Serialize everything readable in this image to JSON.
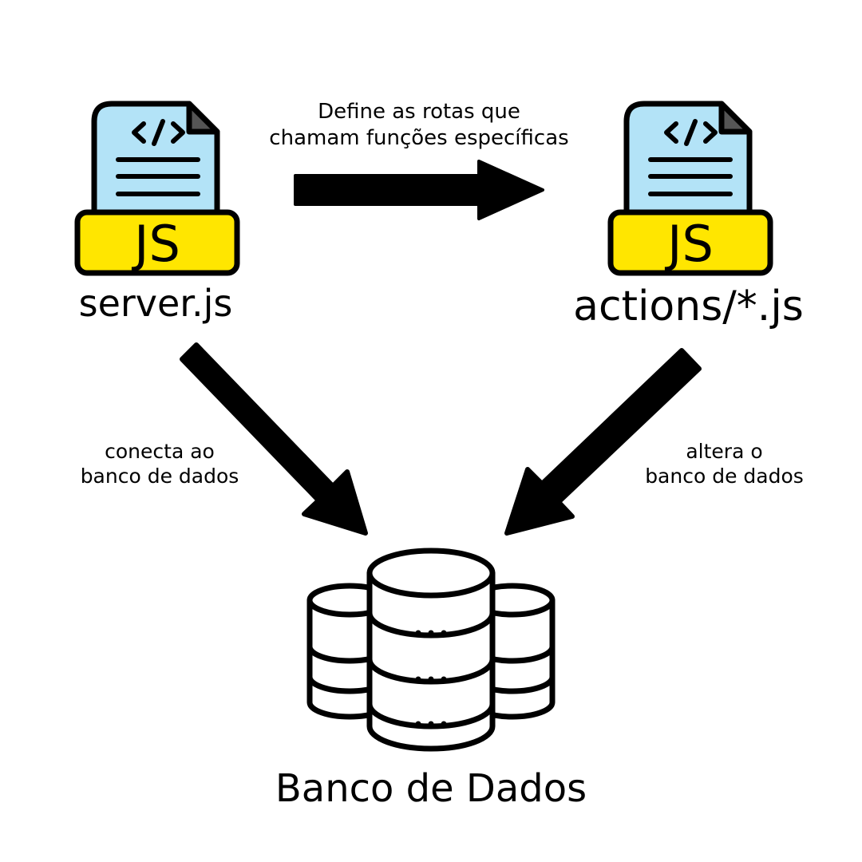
{
  "colors": {
    "file_body": "#b3e3f7",
    "badge": "#ffe600",
    "corner": "#555555",
    "stroke": "#000000",
    "background": "#ffffff"
  },
  "files": [
    {
      "icon": "js-file-icon",
      "badge": "JS",
      "name": "server.js"
    },
    {
      "icon": "js-file-icon",
      "badge": "JS",
      "name": "actions/*.js"
    }
  ],
  "arrows": {
    "server_to_actions": "Define as rotas que\nchamam funções específicas",
    "server_to_db": "conecta ao\nbanco de dados",
    "actions_to_db": "altera o\nbanco de dados"
  },
  "database": {
    "icon": "database-icon",
    "label": "Banco de Dados"
  }
}
